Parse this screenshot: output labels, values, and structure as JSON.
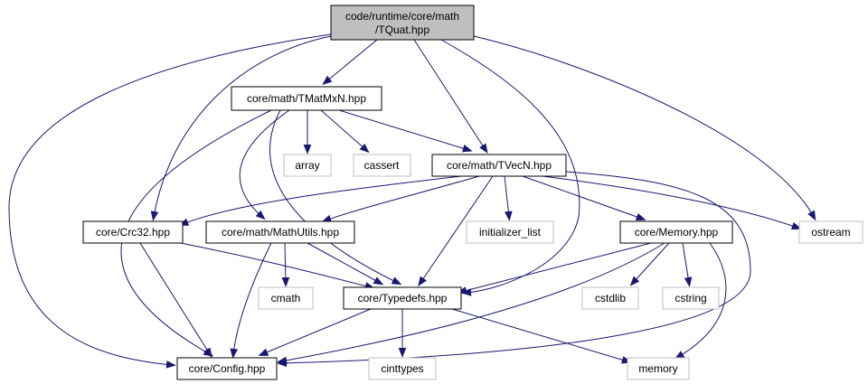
{
  "colors": {
    "edge": "#191970",
    "root_fill": "#bfbfbf",
    "node_border": "#000000",
    "external_border": "#bfbfbf",
    "background": "#ffffff"
  },
  "nodes": {
    "root": {
      "lines": [
        "code/runtime/core/math",
        "/TQuat.hpp"
      ]
    },
    "tmatmxn": {
      "lines": [
        "core/math/TMatMxN.hpp"
      ]
    },
    "array": {
      "lines": [
        "array"
      ]
    },
    "cassert": {
      "lines": [
        "cassert"
      ]
    },
    "tvecn": {
      "lines": [
        "core/math/TVecN.hpp"
      ]
    },
    "crc32": {
      "lines": [
        "core/Crc32.hpp"
      ]
    },
    "mathutils": {
      "lines": [
        "core/math/MathUtils.hpp"
      ]
    },
    "initlist": {
      "lines": [
        "initializer_list"
      ]
    },
    "memoryhpp": {
      "lines": [
        "core/Memory.hpp"
      ]
    },
    "ostream": {
      "lines": [
        "ostream"
      ]
    },
    "cmath": {
      "lines": [
        "cmath"
      ]
    },
    "typedefs": {
      "lines": [
        "core/Typedefs.hpp"
      ]
    },
    "cstdlib": {
      "lines": [
        "cstdlib"
      ]
    },
    "cstring": {
      "lines": [
        "cstring"
      ]
    },
    "config": {
      "lines": [
        "core/Config.hpp"
      ]
    },
    "cinttypes": {
      "lines": [
        "cinttypes"
      ]
    },
    "memory": {
      "lines": [
        "memory"
      ]
    }
  },
  "edges": [
    [
      "root",
      "tmatmxn"
    ],
    [
      "root",
      "tvecn"
    ],
    [
      "root",
      "crc32"
    ],
    [
      "root",
      "config"
    ],
    [
      "root",
      "typedefs"
    ],
    [
      "root",
      "ostream"
    ],
    [
      "tmatmxn",
      "array"
    ],
    [
      "tmatmxn",
      "cassert"
    ],
    [
      "tmatmxn",
      "tvecn"
    ],
    [
      "tmatmxn",
      "mathutils"
    ],
    [
      "tmatmxn",
      "typedefs"
    ],
    [
      "tmatmxn",
      "config"
    ],
    [
      "tvecn",
      "crc32"
    ],
    [
      "tvecn",
      "mathutils"
    ],
    [
      "tvecn",
      "initlist"
    ],
    [
      "tvecn",
      "memoryhpp"
    ],
    [
      "tvecn",
      "ostream"
    ],
    [
      "tvecn",
      "typedefs"
    ],
    [
      "tvecn",
      "config"
    ],
    [
      "crc32",
      "typedefs"
    ],
    [
      "crc32",
      "config"
    ],
    [
      "mathutils",
      "cmath"
    ],
    [
      "mathutils",
      "typedefs"
    ],
    [
      "mathutils",
      "config"
    ],
    [
      "memoryhpp",
      "typedefs"
    ],
    [
      "memoryhpp",
      "cstdlib"
    ],
    [
      "memoryhpp",
      "cstring"
    ],
    [
      "memoryhpp",
      "memory"
    ],
    [
      "memoryhpp",
      "config"
    ],
    [
      "typedefs",
      "config"
    ],
    [
      "typedefs",
      "cinttypes"
    ],
    [
      "typedefs",
      "memory"
    ]
  ]
}
